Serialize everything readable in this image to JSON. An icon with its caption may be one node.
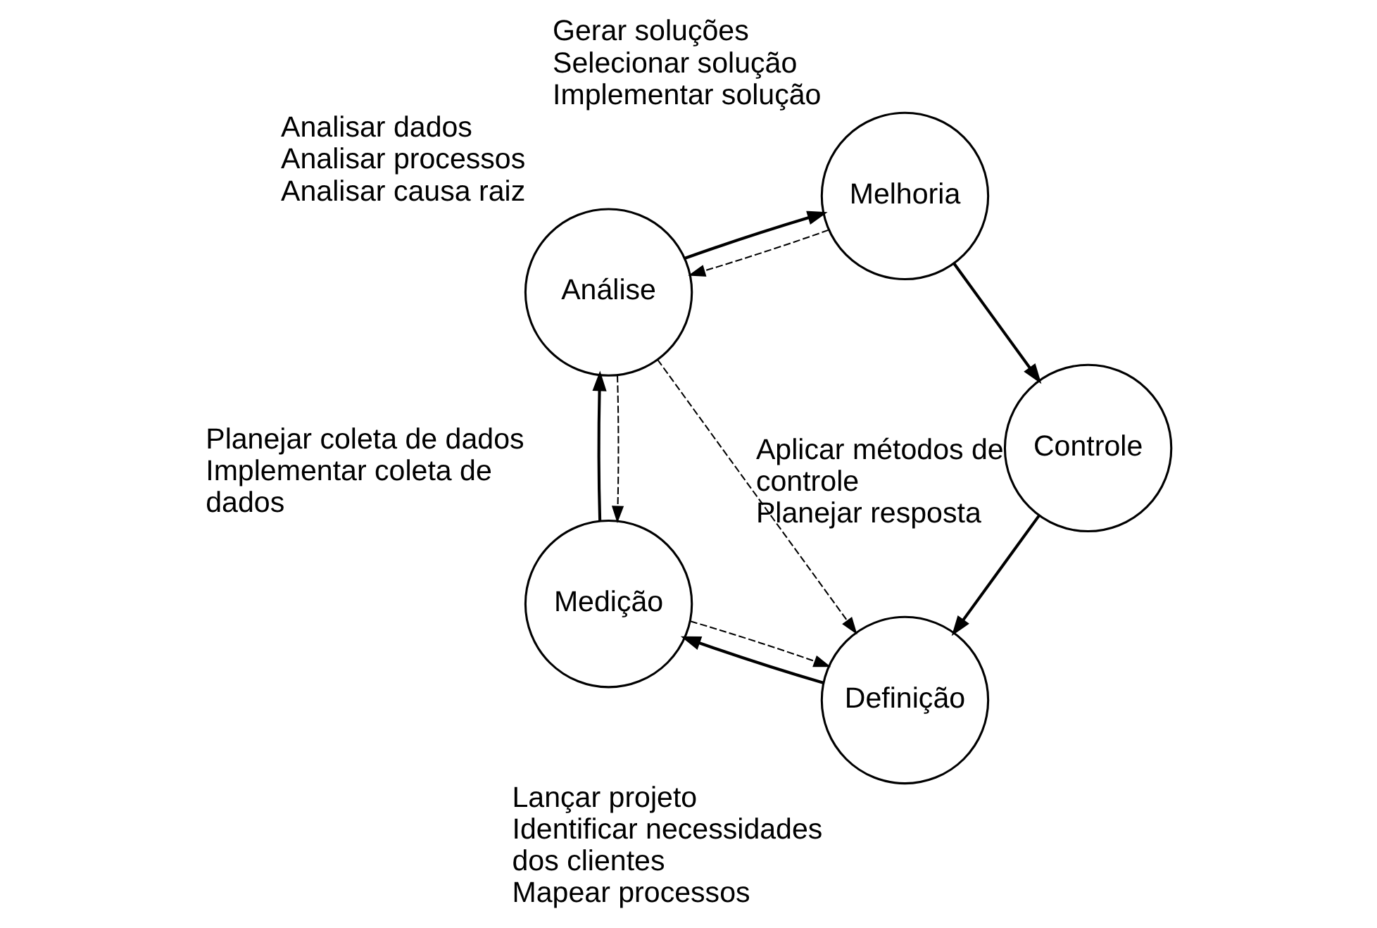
{
  "diagram": {
    "nodes": [
      {
        "text": [
          "Definição"
        ],
        "beside": [
          "Lançar projeto",
          "Identificar necessidades dos clientes",
          "Mapear processos"
        ]
      },
      {
        "text": [
          "Medição"
        ],
        "beside": [
          "Planejar coleta de dados",
          "Implementar coleta de dados"
        ]
      },
      {
        "text": [
          "Análise"
        ],
        "beside": [
          "Analisar dados",
          "Analisar processos",
          "Analisar causa raiz"
        ]
      },
      {
        "text": [
          "Melhoria"
        ],
        "beside": [
          "Gerar soluções",
          "Selecionar solução",
          "Implementar solução"
        ]
      },
      {
        "text": [
          "Controle"
        ],
        "beside": [
          "Aplicar métodos de controle",
          "Planejar resposta"
        ]
      }
    ],
    "edges": [
      {
        "from": 0,
        "to": 1,
        "arrow": "to"
      },
      {
        "from": 1,
        "to": 2,
        "arrow": "to"
      },
      {
        "from": 2,
        "to": 3,
        "arrow": "to"
      },
      {
        "from": 3,
        "to": 4,
        "arrow": "to"
      },
      {
        "from": 4,
        "to": 0,
        "arrow": "to"
      },
      {
        "from": 1,
        "to": 0,
        "arrow": "to",
        "style": "dashed"
      },
      {
        "from": 2,
        "to": 0,
        "arrow": "to",
        "style": "dashed"
      },
      {
        "from": 2,
        "to": 1,
        "arrow": "to",
        "style": "dashed"
      },
      {
        "from": 3,
        "to": 2,
        "arrow": "to",
        "style": "dashed"
      }
    ]
  }
}
